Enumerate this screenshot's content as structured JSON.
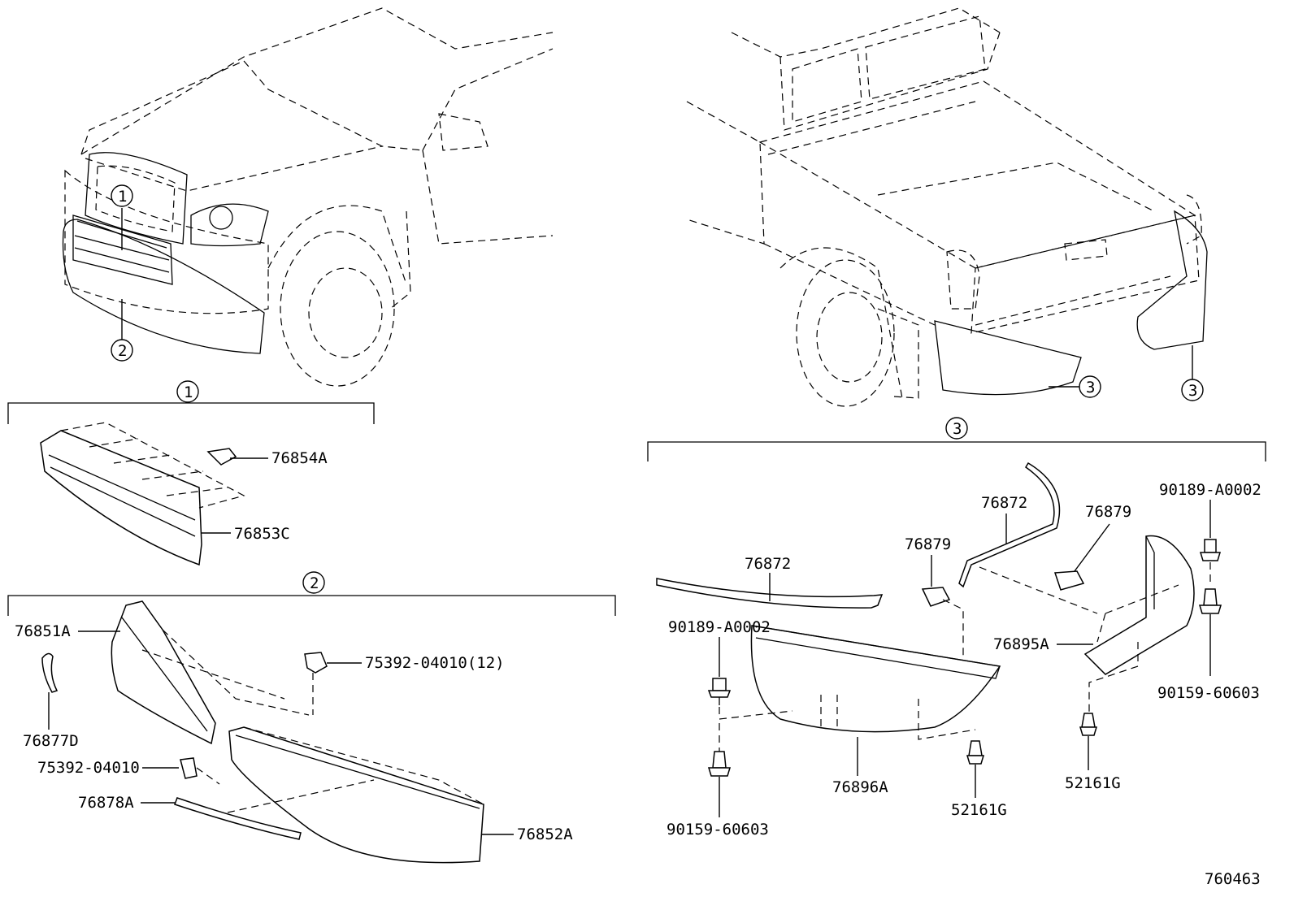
{
  "diagram_id": "760463",
  "callout_1": "1",
  "callout_2": "2",
  "callout_3": "3",
  "section1_parts": {
    "p76854A": "76854A",
    "p76853C": "76853C"
  },
  "section2_parts": {
    "p76851A": "76851A",
    "p75392_12": "75392-04010(12)",
    "p76877D": "76877D",
    "p75392": "75392-04010",
    "p76878A": "76878A",
    "p76852A": "76852A"
  },
  "section3_parts": {
    "p76872_left": "76872",
    "p90189_left": "90189-A0002",
    "p76879_left": "76879",
    "p76872_right": "76872",
    "p76879_right": "76879",
    "p90189_right": "90189-A0002",
    "p76895A": "76895A",
    "p90159_right": "90159-60603",
    "p76896A": "76896A",
    "p52161G_left": "52161G",
    "p52161G_right": "52161G",
    "p90159_left": "90159-60603"
  }
}
